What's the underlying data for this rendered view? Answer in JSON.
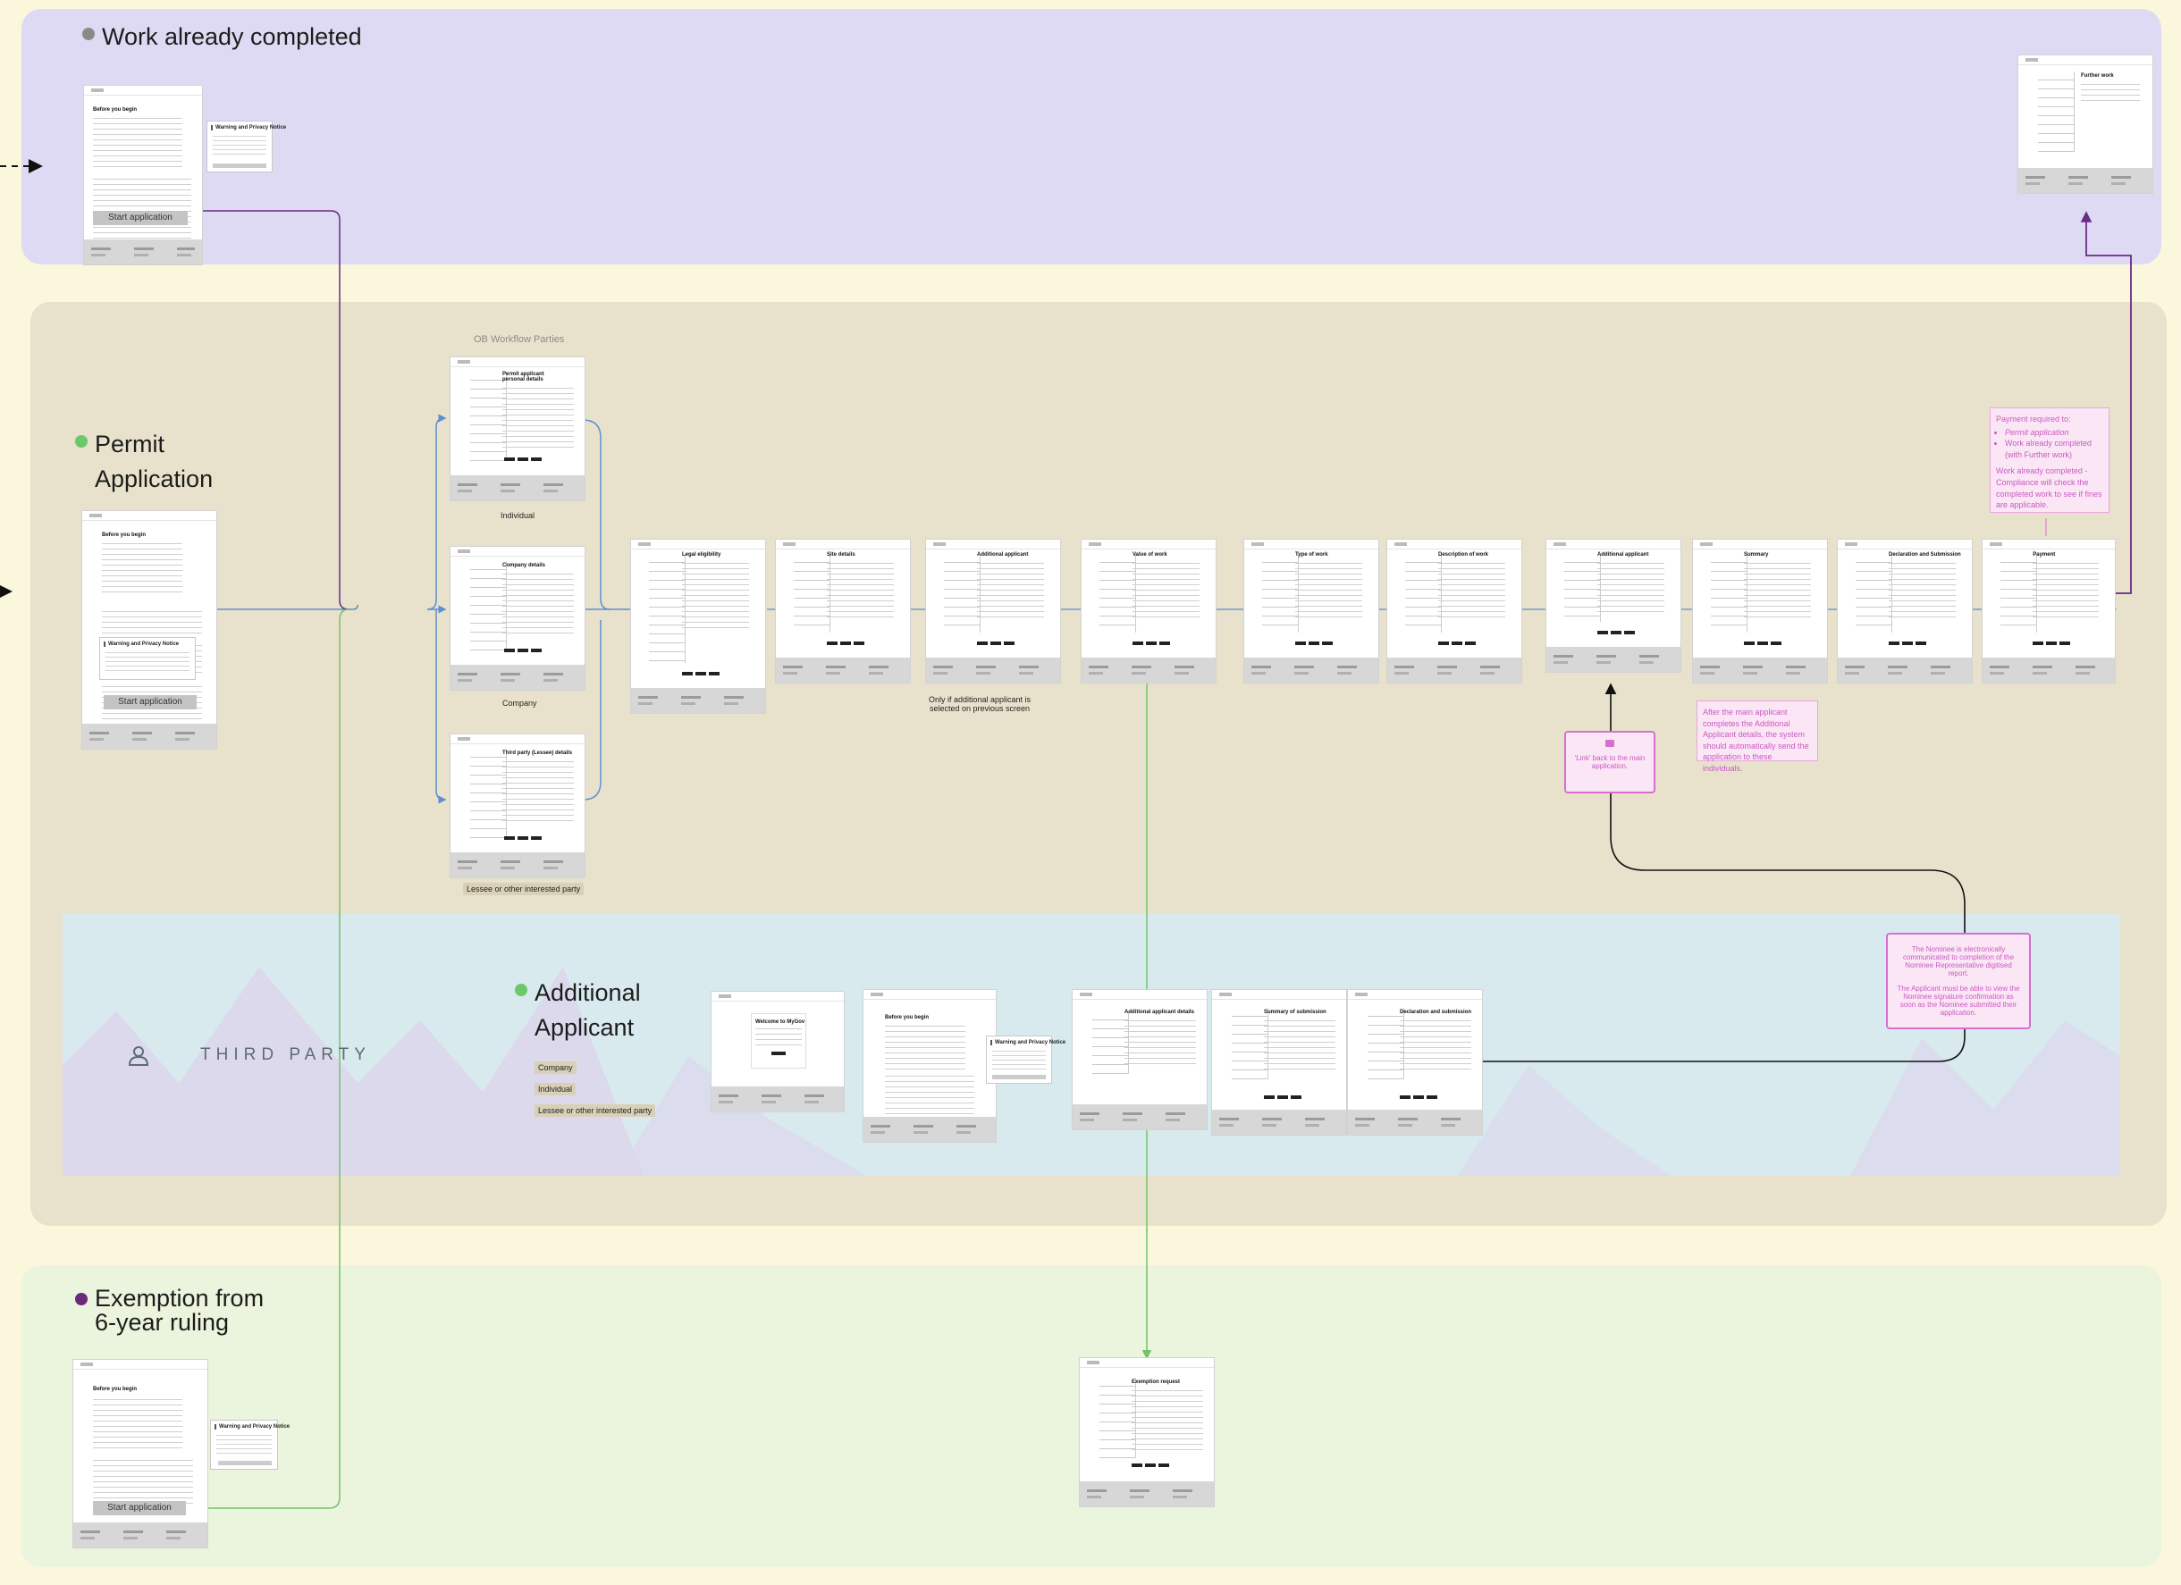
{
  "lanes": {
    "work": {
      "title": "Work already completed",
      "dot_color": "#8a8a8a"
    },
    "permit": {
      "title_line1": "Permit",
      "title_line2": "Application",
      "dot_color": "#6cc96a"
    },
    "third_party": {
      "label": "THIRD PARTY",
      "title_line1": "Additional",
      "title_line2": "Applicant",
      "dot_color": "#6cc96a"
    },
    "exemption": {
      "title_line1": "Exemption from",
      "title_line2": "6-year ruling",
      "dot_color": "#6a2a7a"
    }
  },
  "work_screens": {
    "before_title": "Before you begin",
    "start_button": "Start application",
    "popup_title": "Warning and Privacy Notice",
    "further_title": "Further work"
  },
  "permit_screens": {
    "before_title": "Before you begin",
    "start_button": "Start application",
    "popup_title": "Warning and Privacy Notice",
    "group_label": "OB Workflow Parties",
    "party_individual_heading": "Permit applicant personal details",
    "party_individual_caption": "Individual",
    "party_company_heading": "Company details",
    "party_company_caption": "Company",
    "party_third_heading": "Third party (Lessee) details",
    "party_third_caption": "Lessee or other interested party",
    "steps": [
      "Legal eligibility",
      "Site details",
      "Additional applicant",
      "Value of work",
      "Type of work",
      "Description of work",
      "Additional applicant",
      "Summary",
      "Declaration and Submission",
      "Payment"
    ],
    "additional_caption": "Only if additional applicant is selected on previous screen"
  },
  "notes": {
    "payment_intro": "Payment required to:",
    "payment_items": [
      "Permit application",
      "Work already completed (with Further work)"
    ],
    "payment_outro": "Work already completed - Compliance will check the completed work to see if fines are applicable.",
    "after_main": "After the main applicant completes the Additional Applicant details, the system should automatically send the application to these individuals.",
    "link_back": "'Link' back to the main application.",
    "nominee": "The Nominee is electronically communicated to completion of the Nominee Representative digitised report.",
    "nominee_2": "The Applicant must be able to view the Nominee signature confirmation as soon as the Nominee submitted their application."
  },
  "third_party_screens": {
    "tags": [
      "Company",
      "Individual",
      "Lessee or other interested party"
    ],
    "login_heading": "Welcome to MyGov",
    "before_title": "Before you begin",
    "popup_title": "Warning and Privacy Notice",
    "details_heading": "Additional applicant details",
    "summary_heading": "Summary of submission",
    "declaration_heading": "Declaration and submission"
  },
  "exemption_screens": {
    "before_title": "Before you begin",
    "start_button": "Start application",
    "popup_title": "Warning and Privacy Notice",
    "request_heading": "Exemption request"
  },
  "colors": {
    "flow_blue": "#5a8fd0",
    "flow_purple": "#6b2a86",
    "flow_green": "#72c26b",
    "flow_dark": "#222222",
    "note_pink": "#d66fd0"
  }
}
